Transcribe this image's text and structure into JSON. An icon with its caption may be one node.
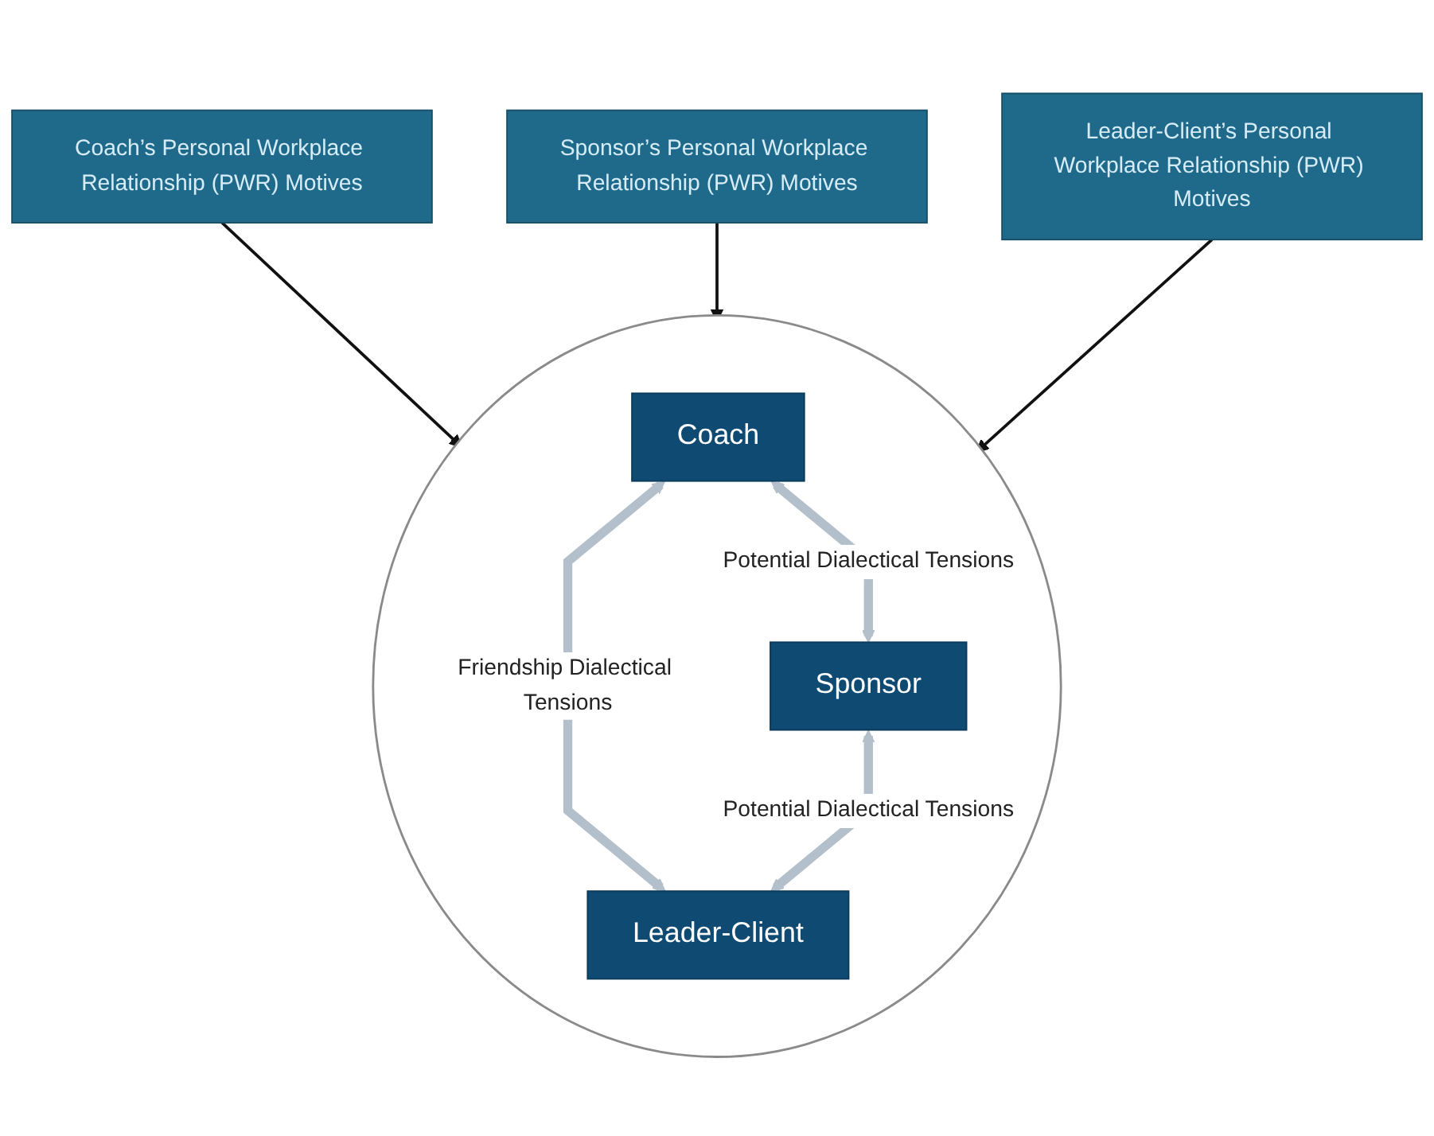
{
  "diagram": {
    "nodes": [
      {
        "text": [
          "Coach’s Personal Workplace Relationship (PWR) Motives"
        ]
      },
      {
        "text": [],
        "shape": "circle"
      },
      {
        "text": [
          "Coach"
        ],
        "in": 1
      },
      {
        "text": [
          "Sponsor"
        ],
        "in": 1
      },
      {
        "text": [
          "Leader-Client"
        ],
        "in": 1
      },
      {
        "text": [
          "Sponsor’s Personal Workplace Relationship (PWR) Motives"
        ]
      },
      {
        "text": [
          "Leader-Client’s Personal Workplace Relationship (PWR) Motives"
        ]
      }
    ],
    "edges": [
      {
        "from": 0,
        "to": 1,
        "arrow": "to"
      },
      {
        "from": 2,
        "to": 3,
        "arrow": "both",
        "label": "Potential Dialectical Tensions",
        "style": "thick",
        "color": "#b4bfcc"
      },
      {
        "from": 2,
        "to": 4,
        "arrow": "both",
        "label": "Friendship Dialectical Tensions",
        "style": "thick",
        "color": "#b4bfcc"
      },
      {
        "from": 3,
        "to": 4,
        "arrow": "both",
        "label": "Potential Dialectical Tensions",
        "style": "thick",
        "color": "#b4bfcc"
      },
      {
        "from": 5,
        "to": 1,
        "arrow": "to"
      },
      {
        "from": 6,
        "to": 1,
        "arrow": "to"
      }
    ]
  }
}
